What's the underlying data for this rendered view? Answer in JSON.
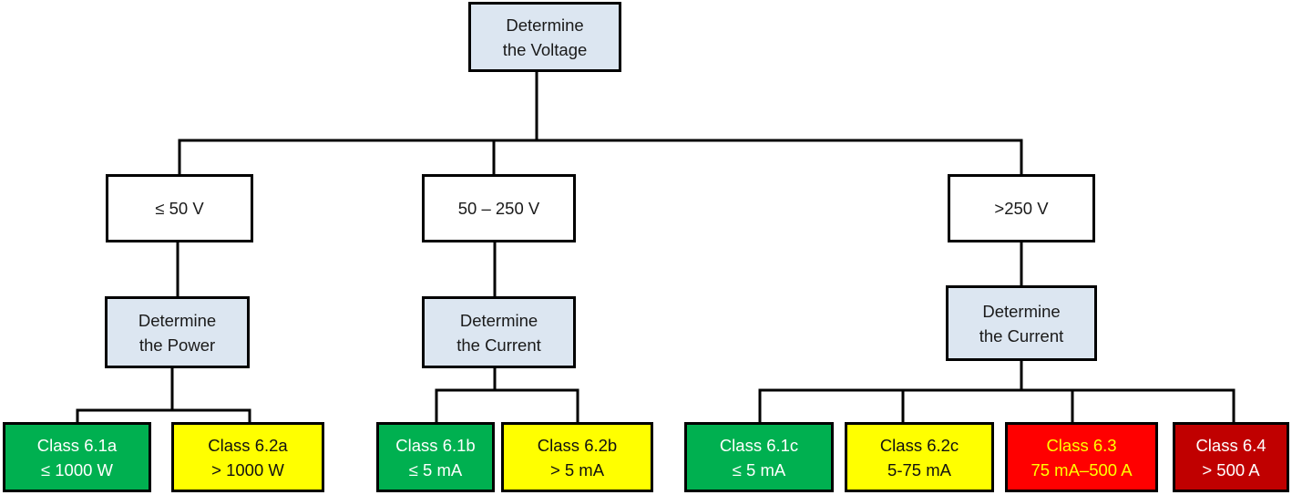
{
  "root": {
    "line1": "Determine",
    "line2": "the Voltage"
  },
  "voltage_ranges": [
    {
      "label": "≤ 50 V"
    },
    {
      "label": "50 – 250 V"
    },
    {
      "label": ">250 V"
    }
  ],
  "determinations": [
    {
      "line1": "Determine",
      "line2": "the Power"
    },
    {
      "line1": "Determine",
      "line2": "the Current"
    },
    {
      "line1": "Determine",
      "line2": "the Current"
    }
  ],
  "classes": [
    {
      "name": "Class 6.1a",
      "criterion": "≤ 1000 W",
      "color": "#00b050"
    },
    {
      "name": "Class 6.2a",
      "criterion": "> 1000 W",
      "color": "#ffff00"
    },
    {
      "name": "Class 6.1b",
      "criterion": "≤ 5 mA",
      "color": "#00b050"
    },
    {
      "name": "Class 6.2b",
      "criterion": "> 5 mA",
      "color": "#ffff00"
    },
    {
      "name": "Class 6.1c",
      "criterion": "≤ 5 mA",
      "color": "#00b050"
    },
    {
      "name": "Class 6.2c",
      "criterion": "5-75 mA",
      "color": "#ffff00"
    },
    {
      "name": "Class 6.3",
      "criterion": "75 mA–500 A",
      "color": "#ff0000"
    },
    {
      "name": "Class 6.4",
      "criterion": "> 500 A",
      "color": "#c00000"
    }
  ]
}
